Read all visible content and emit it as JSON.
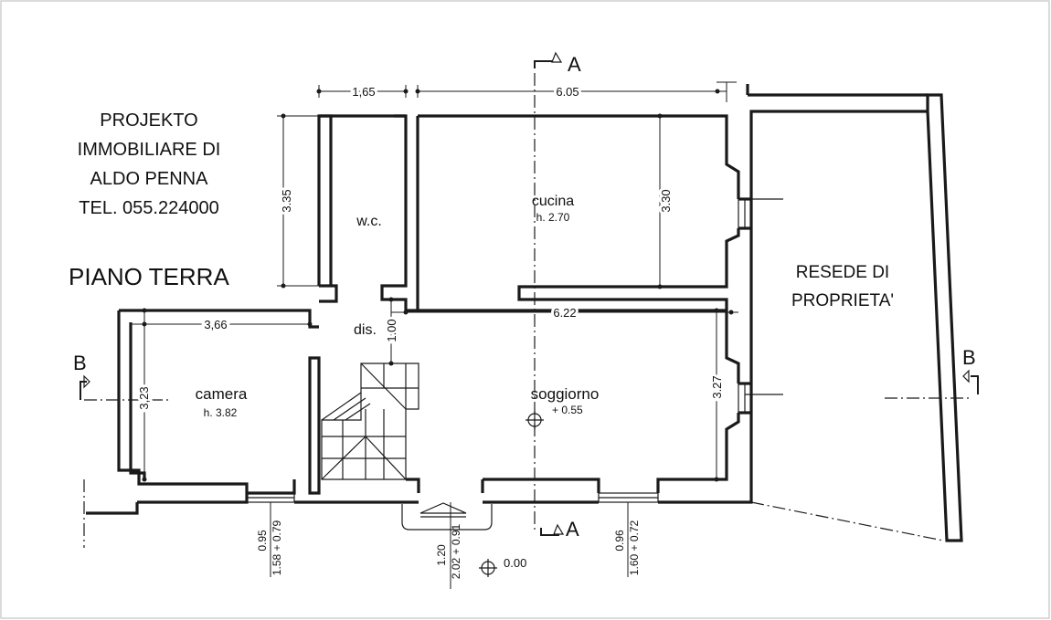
{
  "header": {
    "company_lines": [
      "PROJEKTO",
      "IMMOBILIARE DI",
      "ALDO PENNA",
      "TEL. 055.224000"
    ],
    "floor_title": "PIANO TERRA"
  },
  "rooms": {
    "wc": {
      "name": "w.c."
    },
    "cucina": {
      "name": "cucina",
      "height": "h. 2.70"
    },
    "dis": {
      "name": "dis."
    },
    "camera": {
      "name": "camera",
      "height": "h. 3.82"
    },
    "soggiorno": {
      "name": "soggiorno",
      "level": "+ 0.55"
    },
    "resede": {
      "line1": "RESEDE DI",
      "line2": "PROPRIETA'"
    }
  },
  "dimensions": {
    "wc_width": "1,65",
    "cucina_width": "6.05",
    "wc_depth": "3.35",
    "cucina_depth": "3.30",
    "camera_width": "3,66",
    "soggiorno_width": "6.22",
    "camera_depth": "3,23",
    "dis_depth": "1.00",
    "soggiorno_depth": "3.27"
  },
  "openings": {
    "window_left": {
      "top": "0.95",
      "bottom": "1.58 + 0.79"
    },
    "door": {
      "top": "1.20",
      "bottom": "2.02 + 0.91"
    },
    "window_right": {
      "top": "0.96",
      "bottom": "1.60 + 0.72"
    }
  },
  "reference_level": "0.00",
  "section_marks": {
    "a_top": "A",
    "a_bottom": "A",
    "b_left": "B",
    "b_right": "B"
  }
}
